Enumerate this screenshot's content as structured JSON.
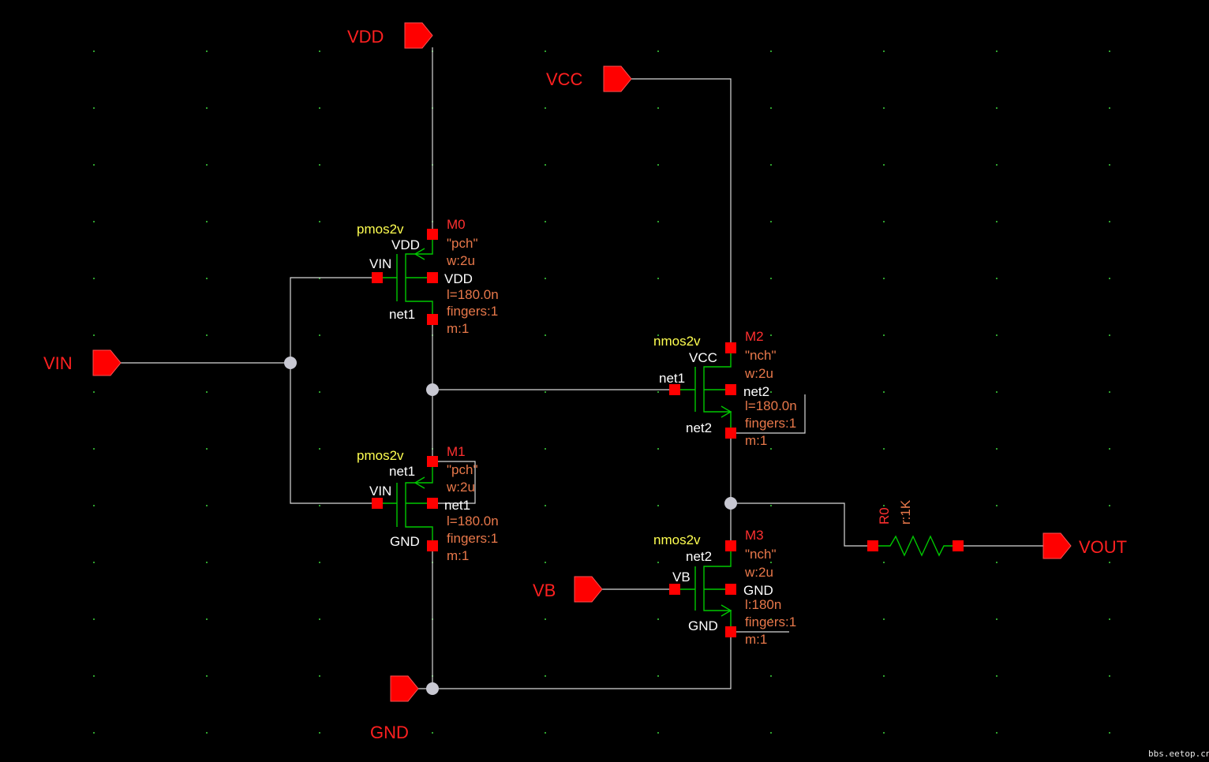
{
  "ports": {
    "vdd": "VDD",
    "vcc": "VCC",
    "vin": "VIN",
    "vb": "VB",
    "vout": "VOUT",
    "gnd": "GND"
  },
  "devices": {
    "m0": {
      "cell": "pmos2v",
      "name": "M0",
      "model": "\"pch\"",
      "w": "w:2u",
      "l": "l=180.0n",
      "fingers": "fingers:1",
      "m": "m:1",
      "t_d": "VDD",
      "t_g": "VIN",
      "t_b": "VDD",
      "t_s": "net1"
    },
    "m1": {
      "cell": "pmos2v",
      "name": "M1",
      "model": "\"pch\"",
      "w": "w:2u",
      "l": "l=180.0n",
      "fingers": "fingers:1",
      "m": "m:1",
      "t_d": "net1",
      "t_g": "VIN",
      "t_b": "net1",
      "t_s": "GND"
    },
    "m2": {
      "cell": "nmos2v",
      "name": "M2",
      "model": "\"nch\"",
      "w": "w:2u",
      "l": "l=180.0n",
      "fingers": "fingers:1",
      "m": "m:1",
      "t_d": "VCC",
      "t_g": "net1",
      "t_b": "net2",
      "t_s": "net2"
    },
    "m3": {
      "cell": "nmos2v",
      "name": "M3",
      "model": "\"nch\"",
      "w": "w:2u",
      "l": "l:180n",
      "fingers": "fingers:1",
      "m": "m:1",
      "t_d": "net2",
      "t_g": "VB",
      "t_b": "GND",
      "t_s": "GND"
    },
    "r0": {
      "name": "R0",
      "value": "r:1K"
    }
  },
  "watermark": "bbs.eetop.cn",
  "colors": {
    "background": "#000000",
    "wire": "#d8d8d8",
    "device": "#00c800",
    "pin": "#ff0000",
    "cell_label": "#ffff50",
    "prop_label": "#e8784a"
  }
}
